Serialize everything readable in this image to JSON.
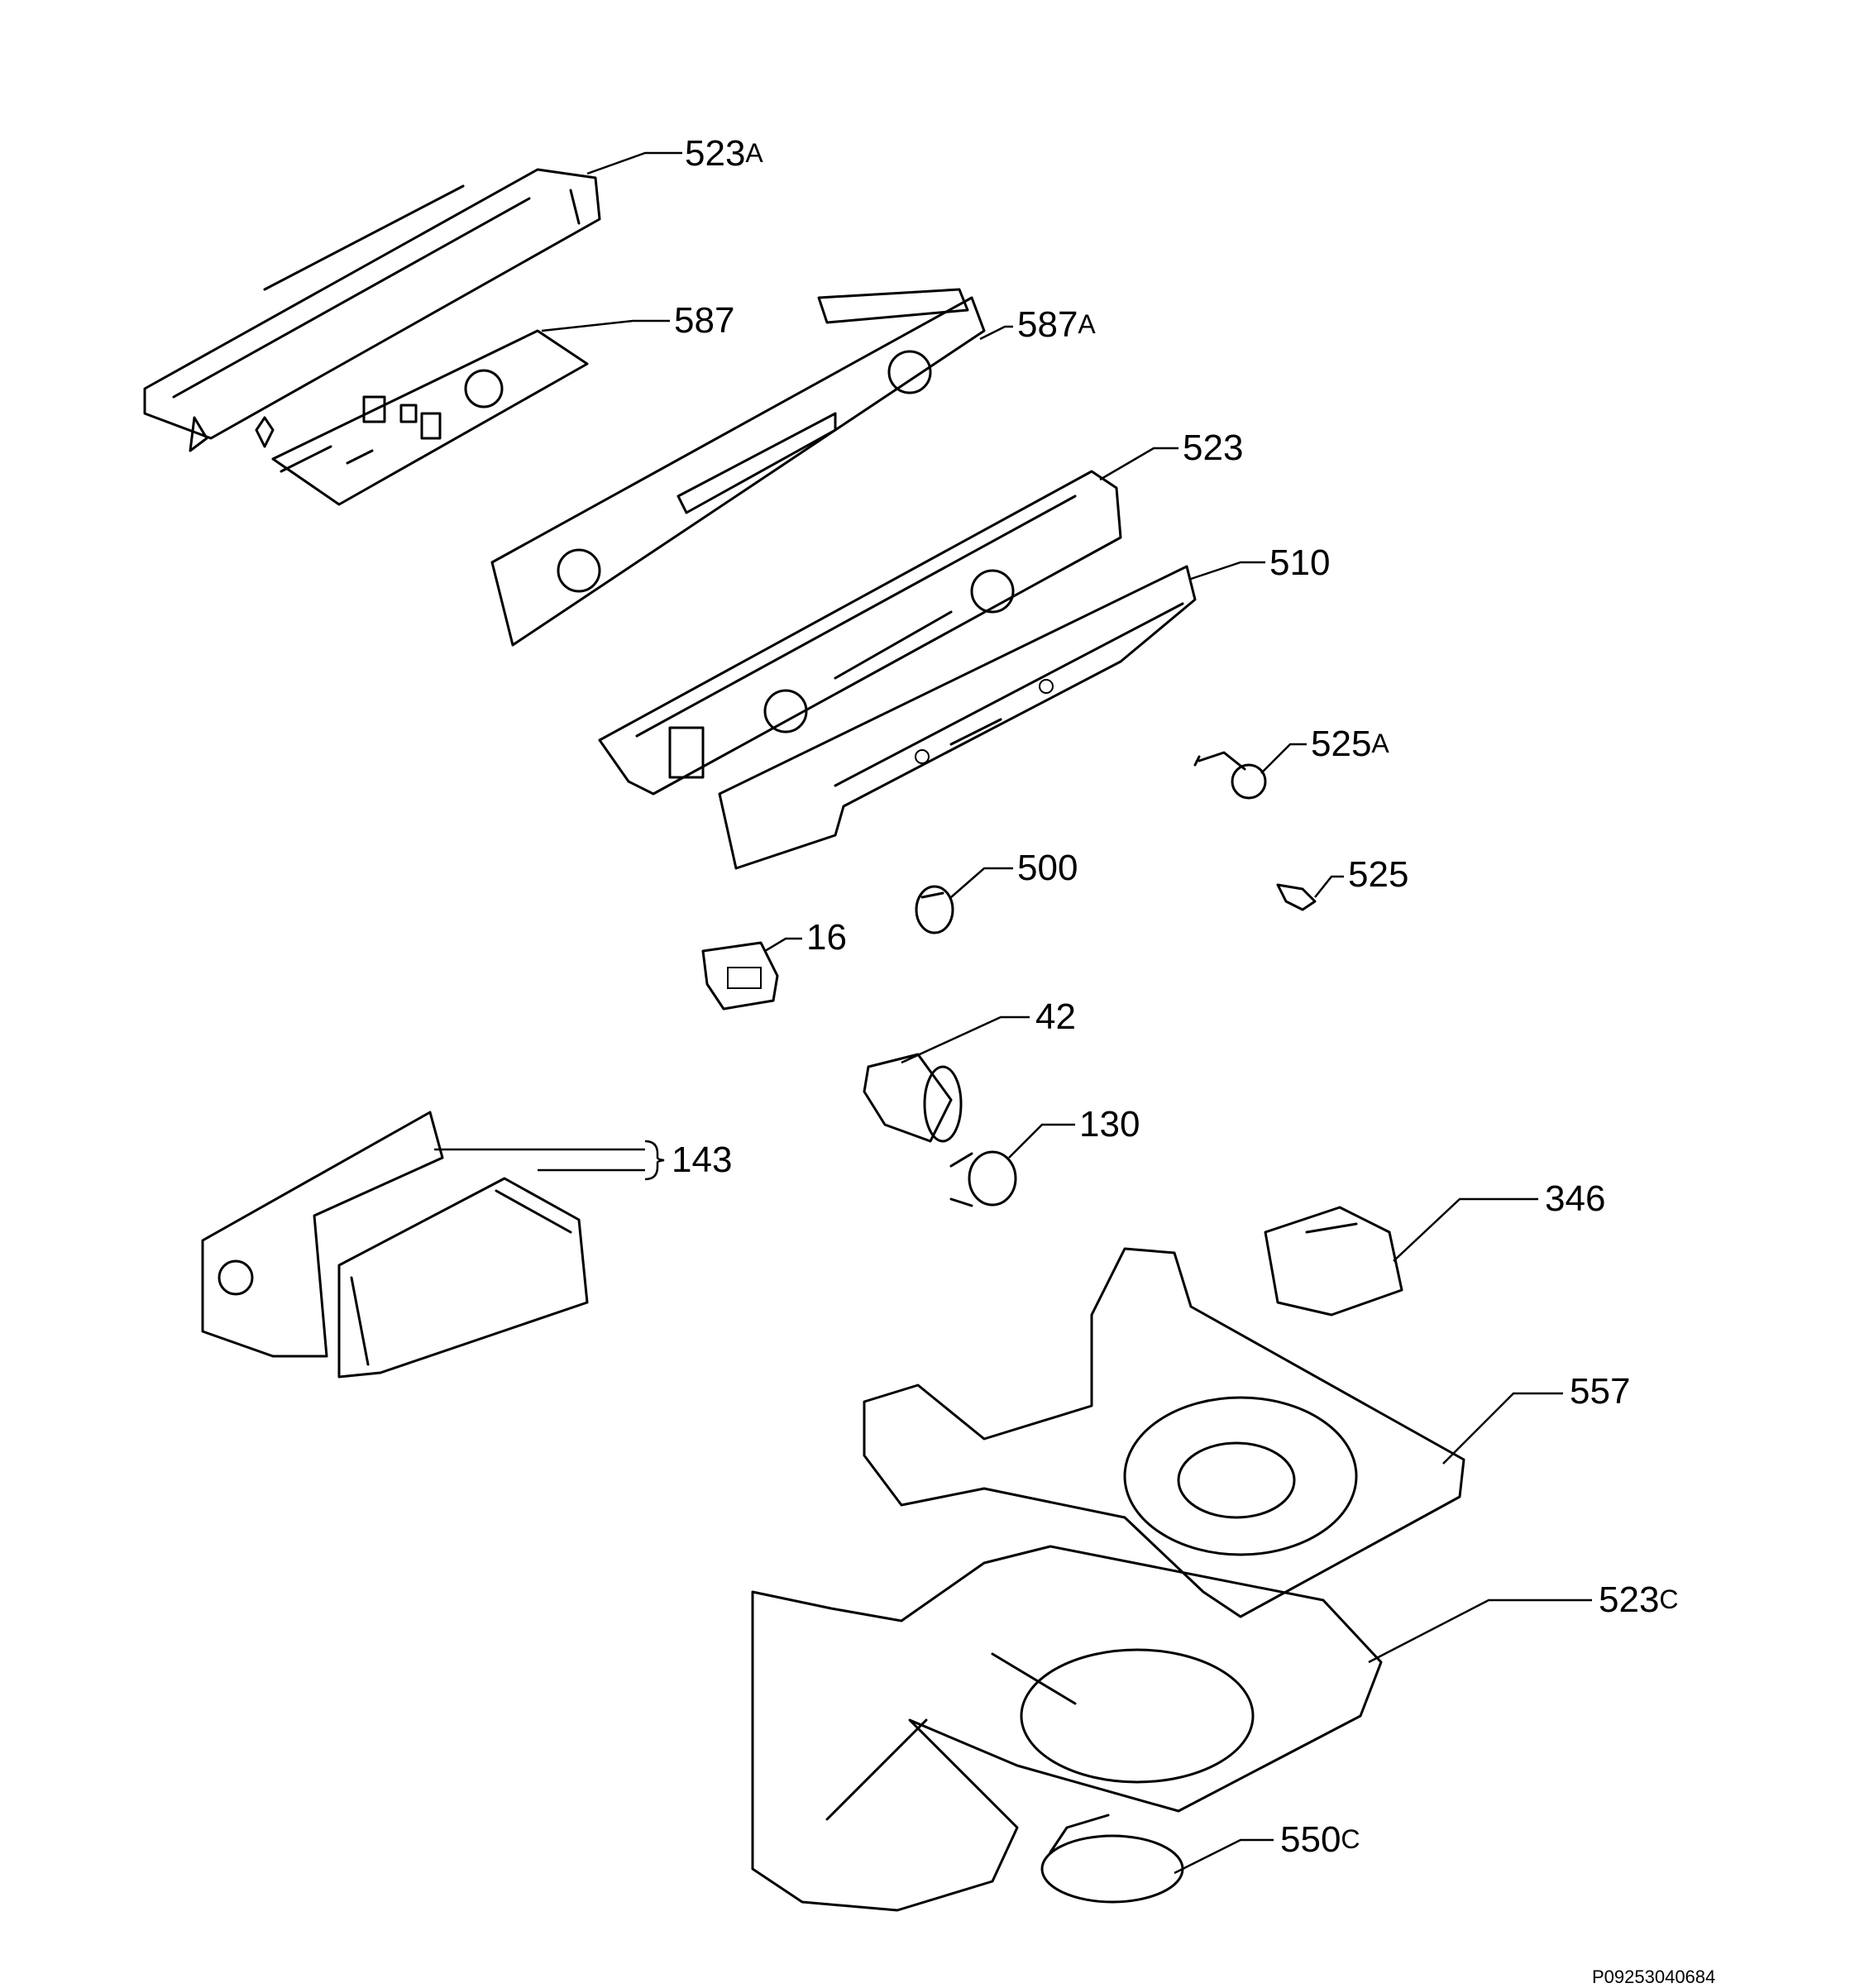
{
  "diagram": {
    "doc_code": "P09253040684",
    "callouts": [
      {
        "id": "523a",
        "base": "523",
        "suffix": "A"
      },
      {
        "id": "587",
        "base": "587",
        "suffix": ""
      },
      {
        "id": "587a",
        "base": "587",
        "suffix": "A"
      },
      {
        "id": "523",
        "base": "523",
        "suffix": ""
      },
      {
        "id": "510",
        "base": "510",
        "suffix": ""
      },
      {
        "id": "525a",
        "base": "525",
        "suffix": "A"
      },
      {
        "id": "500",
        "base": "500",
        "suffix": ""
      },
      {
        "id": "525",
        "base": "525",
        "suffix": ""
      },
      {
        "id": "16",
        "base": "16",
        "suffix": ""
      },
      {
        "id": "42",
        "base": "42",
        "suffix": ""
      },
      {
        "id": "130",
        "base": "130",
        "suffix": ""
      },
      {
        "id": "143",
        "base": "143",
        "suffix": ""
      },
      {
        "id": "346",
        "base": "346",
        "suffix": ""
      },
      {
        "id": "557",
        "base": "557",
        "suffix": ""
      },
      {
        "id": "523c",
        "base": "523",
        "suffix": "C"
      },
      {
        "id": "550c",
        "base": "550",
        "suffix": "C"
      }
    ]
  }
}
